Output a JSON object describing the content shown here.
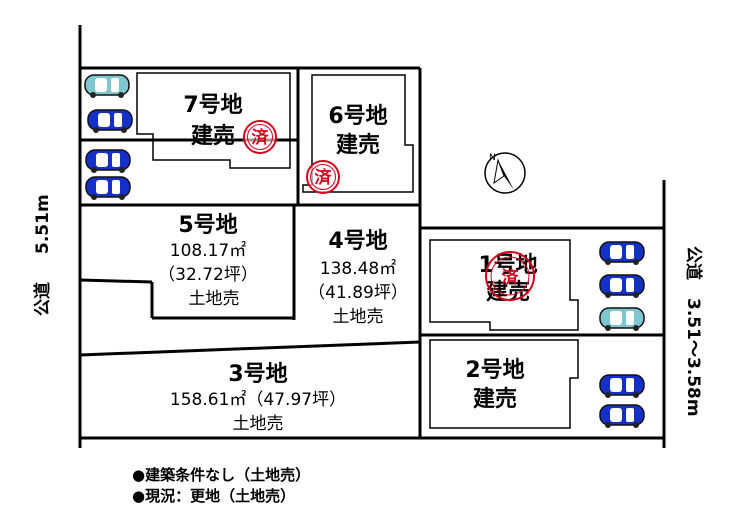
{
  "lots": {
    "lot7": {
      "name": "7号地",
      "status": "建売"
    },
    "lot6": {
      "name": "6号地",
      "status": "建売"
    },
    "lot5": {
      "name": "5号地",
      "area_m2": "108.17㎡",
      "area_tsubo": "（32.72坪）",
      "type": "土地売"
    },
    "lot4": {
      "name": "4号地",
      "area_m2": "138.48㎡",
      "area_tsubo": "（41.89坪）",
      "type": "土地売"
    },
    "lot3": {
      "name": "3号地",
      "area_line": "158.61㎡（47.97坪）",
      "type": "土地売"
    },
    "lot2": {
      "name": "2号地",
      "status": "建売"
    },
    "lot1": {
      "name": "1号地",
      "status": "建売"
    }
  },
  "stamps": {
    "sold": "済"
  },
  "roads": {
    "west": {
      "label": "公道",
      "width": "5.51m"
    },
    "east": {
      "label": "公道",
      "width": "3.51～3.58m"
    }
  },
  "compass": {
    "label": "N"
  },
  "notes": [
    "●建築条件なし（土地売）",
    "●現況：更地（土地売）"
  ],
  "colors": {
    "stamp": "#d6001c",
    "car_blue": "#1530c8",
    "car_teal": "#7fc6cf",
    "line": "#000000"
  }
}
